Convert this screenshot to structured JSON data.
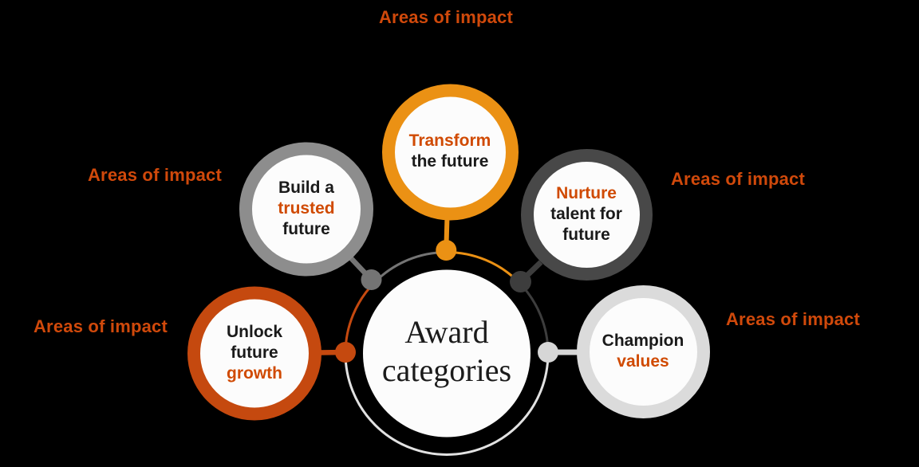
{
  "labels": {
    "impact": "Areas of impact"
  },
  "center": {
    "line1": "Award",
    "line2": "categories"
  },
  "categories": {
    "transform": {
      "line1": "Transform",
      "line2": "the future"
    },
    "build": {
      "line1": "Build a",
      "line2": "trusted",
      "line3": "future"
    },
    "nurture": {
      "line1": "Nurture",
      "line2": "talent for",
      "line3": "future"
    },
    "unlock": {
      "line1": "Unlock",
      "line2": "future",
      "line3": "growth"
    },
    "champion": {
      "line1": "Champion",
      "line2": "values"
    }
  },
  "colors": {
    "orange": "#EB9114",
    "rust": "#C5490F",
    "accent_text": "#D04A02",
    "impact_text": "#D0490B",
    "gray_border": "#8D8D8D",
    "gray_deep": "#747474",
    "dark_border": "#484848",
    "dark_deep": "#3D3D3D",
    "light_border": "#DBDBDB",
    "light_arc": "#E2E2E2",
    "light_deep": "#D6D6D6",
    "circle_fill": "#FCFCFC",
    "text_dark": "#1A1A1A",
    "background": "#000000"
  }
}
